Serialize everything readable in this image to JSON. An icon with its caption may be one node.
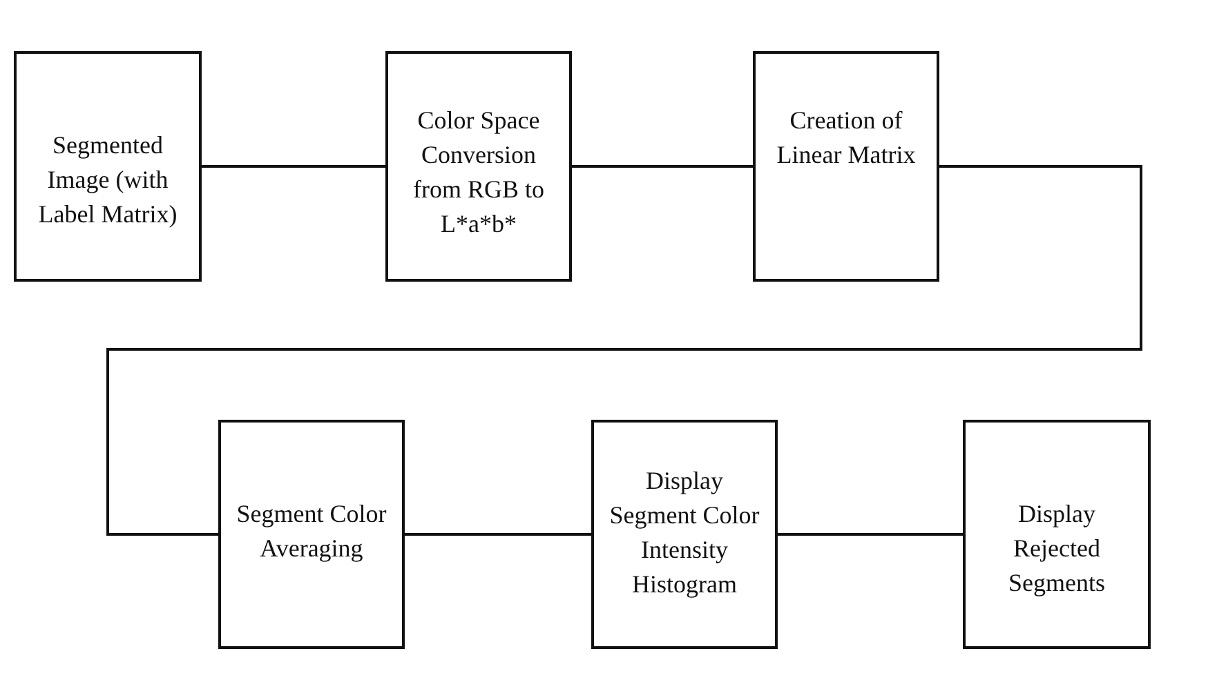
{
  "diagram": {
    "nodes": [
      {
        "text": [
          "Segmented Image (with Label Matrix)"
        ]
      },
      {
        "text": [
          "Color Space Conversion from RGB to L*a*b*"
        ]
      },
      {
        "text": [
          "Creation of Linear Matrix"
        ]
      },
      {
        "text": [
          "Segment Color Averaging"
        ]
      },
      {
        "text": [
          "Display Segment Color Intensity Histogram"
        ]
      },
      {
        "text": [
          "Display Rejected Segments"
        ]
      }
    ],
    "edges": [
      {
        "from": 0,
        "to": 1,
        "arrow": "none"
      },
      {
        "from": 1,
        "to": 2,
        "arrow": "none"
      },
      {
        "from": 2,
        "to": 3,
        "arrow": "none"
      },
      {
        "from": 3,
        "to": 4,
        "arrow": "none"
      },
      {
        "from": 4,
        "to": 5,
        "arrow": "none"
      }
    ]
  }
}
